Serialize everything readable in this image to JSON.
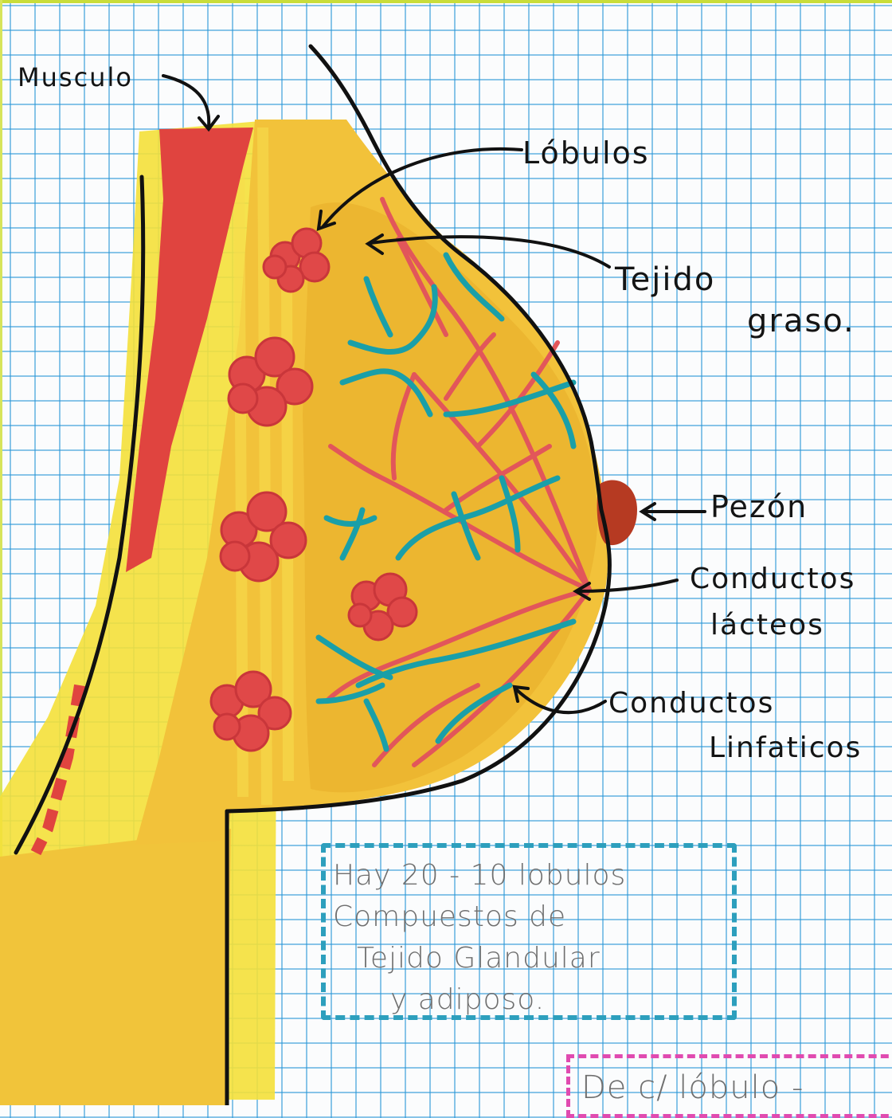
{
  "labels": {
    "musculo": "Musculo",
    "lobulos": "Lóbulos",
    "tejido_graso_1": "Tejido",
    "tejido_graso_2": "graso.",
    "pezon": "Pezón",
    "conductos_lacteos_1": "Conductos",
    "conductos_lacteos_2": "lácteos",
    "conductos_linfaticos_1": "Conductos",
    "conductos_linfaticos_2": "Linfaticos"
  },
  "note": {
    "line1": "Hay 20 - 10 lobulos",
    "line2": "Compuestos de",
    "line3": "Tejido Glandular",
    "line4": "y adiposo."
  },
  "bottom_note": "De c/ lóbulo -",
  "colors": {
    "fat_yellow": "#f2c23a",
    "light_yellow": "#f4e03a",
    "muscle_red": "#e0443f",
    "lobule_red": "#e04848",
    "milk_duct": "#e2565a",
    "lymph_duct": "#1a9fa8",
    "nipple": "#b63a22",
    "outline": "#111111",
    "note_box": "#2d9fbd",
    "pink_box": "#e04bb0"
  }
}
